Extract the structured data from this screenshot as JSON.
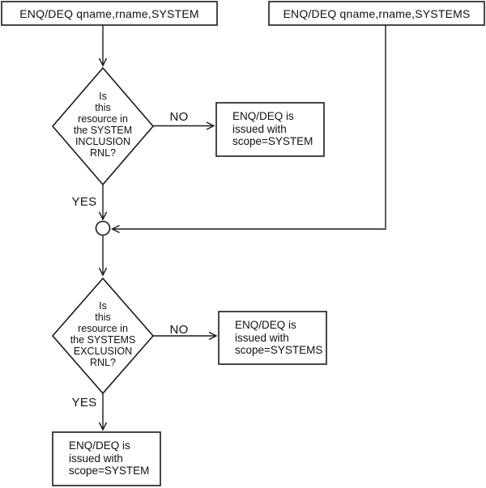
{
  "nodes": {
    "start_system": {
      "label": "ENQ/DEQ qname,rname,SYSTEM"
    },
    "start_systems": {
      "label": "ENQ/DEQ qname,rname,SYSTEMS"
    },
    "decision_inclusion": {
      "label": "Is\nthis\nresource in\nthe SYSTEM\nINCLUSION\nRNL?"
    },
    "result_system_1": {
      "label": "ENQ/DEQ is\nissued with\nscope=SYSTEM"
    },
    "decision_exclusion": {
      "label": "Is\nthis\nresource in\nthe SYSTEMS\nEXCLUSION\nRNL?"
    },
    "result_systems": {
      "label": "ENQ/DEQ is\nissued with\nscope=SYSTEMS"
    },
    "result_system_2": {
      "label": "ENQ/DEQ is\nissued with\nscope=SYSTEM"
    }
  },
  "edge_labels": {
    "no_1": "NO",
    "yes_1": "YES",
    "no_2": "NO",
    "yes_2": "YES"
  },
  "colors": {
    "line": "#1a1a1a",
    "background": "#ffffff",
    "text": "#111111"
  }
}
